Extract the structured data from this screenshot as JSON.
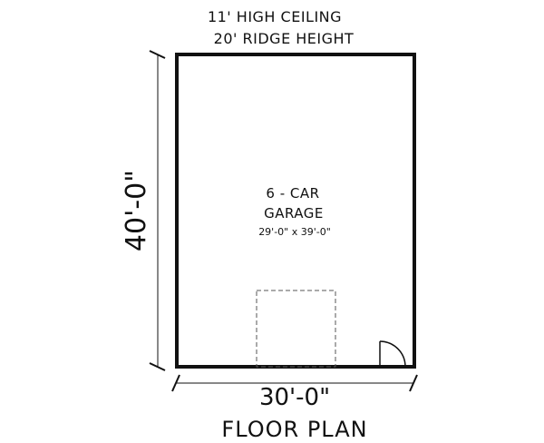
{
  "ceiling_note": {
    "line1": "11' HIGH CEILING",
    "line2": "20' RIDGE HEIGHT"
  },
  "room": {
    "name_line1": "6 - CAR",
    "name_line2": "GARAGE",
    "dimensions": "29'-0\" x 39'-0\""
  },
  "dimensions": {
    "depth": "40'-0\"",
    "width": "30'-0\""
  },
  "footer": {
    "title": "FLOOR PLAN"
  },
  "colors": {
    "ink": "#111111",
    "background": "#ffffff"
  }
}
